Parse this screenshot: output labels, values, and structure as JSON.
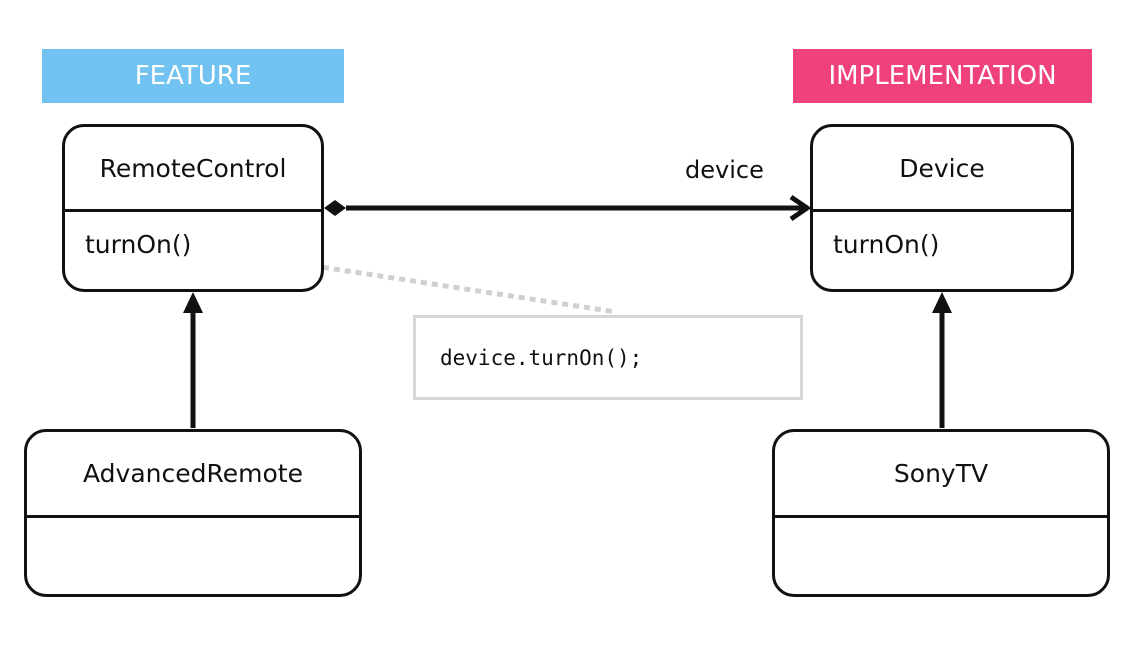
{
  "colors": {
    "feature": "#73c3f2",
    "implementation": "#f0417f",
    "line": "#111111",
    "note_border": "#d6d6d6"
  },
  "labels": {
    "feature": "FEATURE",
    "implementation": "IMPLEMENTATION"
  },
  "classes": {
    "remote_control": {
      "name": "RemoteControl",
      "method": "turnOn()"
    },
    "device": {
      "name": "Device",
      "method": "turnOn()"
    },
    "advanced_remote": {
      "name": "AdvancedRemote",
      "method": ""
    },
    "sony_tv": {
      "name": "SonyTV",
      "method": ""
    }
  },
  "association": {
    "label": "device"
  },
  "note": {
    "code": "device.turnOn();"
  }
}
